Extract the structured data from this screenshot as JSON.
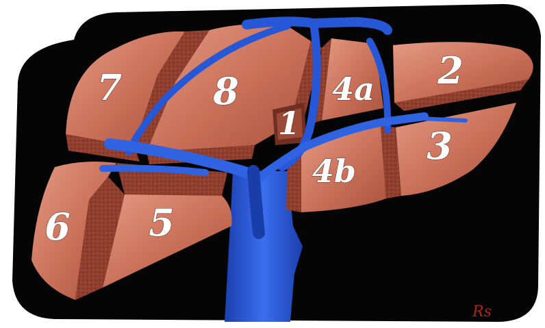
{
  "diagram": {
    "segments": [
      {
        "id": "seg-7",
        "label": "7"
      },
      {
        "id": "seg-8",
        "label": "8"
      },
      {
        "id": "seg-1",
        "label": "1"
      },
      {
        "id": "seg-4a",
        "label": "4a"
      },
      {
        "id": "seg-2",
        "label": "2"
      },
      {
        "id": "seg-3",
        "label": "3"
      },
      {
        "id": "seg-4b",
        "label": "4b"
      },
      {
        "id": "seg-6",
        "label": "6"
      },
      {
        "id": "seg-5",
        "label": "5"
      }
    ],
    "signature": "Rs",
    "colors": {
      "background": "#050505",
      "frame": "#ffffff",
      "liver": "#c9705a",
      "liver_highlight": "#e2957f",
      "liver_cut": "#8a3c2c",
      "vessel": "#2657d6",
      "vessel_dark": "#1a3ea8"
    }
  }
}
